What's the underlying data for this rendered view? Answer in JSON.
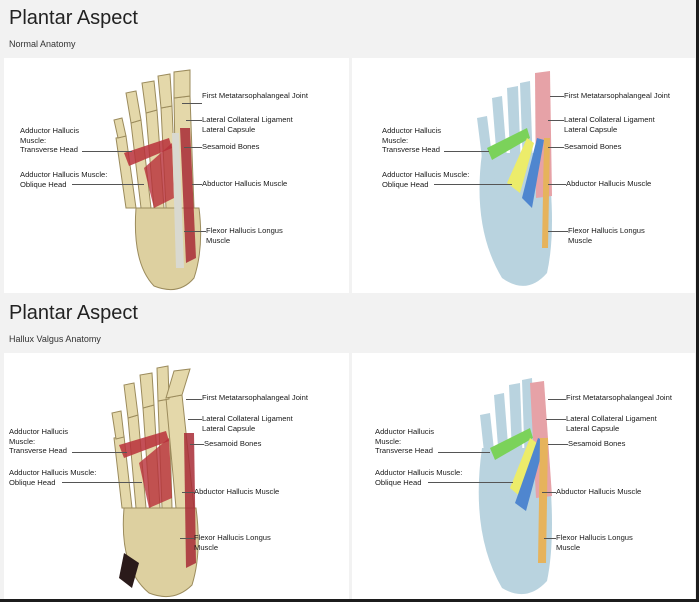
{
  "sections": [
    {
      "title": "Plantar Aspect",
      "subtitle": "Normal Anatomy"
    },
    {
      "title": "Plantar Aspect",
      "subtitle": "Hallux Valgus Anatomy"
    }
  ],
  "labels": {
    "first_mtp_joint": "First Metatarsophalangeal Joint",
    "lateral_collateral_ligament": "Lateral Collateral Ligament",
    "lateral_capsule": "Lateral Capsule",
    "sesamoid_bones": "Sesamoid Bones",
    "adductor_transverse_l1": "Adductor Hallucis",
    "adductor_transverse_l2": "Muscle:",
    "adductor_transverse_l3": "Transverse Head",
    "adductor_oblique_l1": "Adductor Hallucis Muscle:",
    "adductor_oblique_l2": "Oblique Head",
    "abductor_hallucis": "Abductor Hallucis Muscle",
    "flexor_l1": "Flexor Hallucis Longus",
    "flexor_l2": "Muscle"
  },
  "colors": {
    "bone_real": "#e3d6a8",
    "muscle_real": "#b8303a",
    "bone_schematic": "#b9d3df",
    "joint_pink": "#e6a2a7",
    "transverse_green": "#7bd25a",
    "oblique_yellow": "#ecec6a",
    "abductor_blue": "#4f86cf",
    "flexor_orange": "#e6b35c"
  }
}
